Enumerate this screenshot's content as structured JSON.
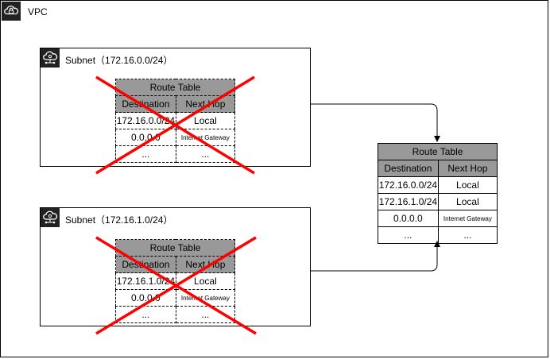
{
  "vpc": {
    "label": "VPC",
    "icon": "cloud-lock-icon"
  },
  "subnets": [
    {
      "label": "Subnet（172.16.0.0/24）",
      "icon": "cloud-network-icon",
      "route_table": {
        "title": "Route Table",
        "headers": [
          "Destination",
          "Next Hop"
        ],
        "rows": [
          [
            "172.16.0.0/24",
            "Local"
          ],
          [
            "0.0.0.0",
            "Internet Gateway"
          ],
          [
            "...",
            "..."
          ]
        ]
      }
    },
    {
      "label": "Subnet（172.16.1.0/24）",
      "icon": "cloud-network-icon",
      "route_table": {
        "title": "Route Table",
        "headers": [
          "Destination",
          "Next Hop"
        ],
        "rows": [
          [
            "172.16.1.0/24",
            "Local"
          ],
          [
            "0.0.0.0",
            "Internet Gateway"
          ],
          [
            "...",
            "..."
          ]
        ]
      }
    }
  ],
  "shared_route_table": {
    "title": "Route Table",
    "headers": [
      "Destination",
      "Next Hop"
    ],
    "rows": [
      [
        "172.16.0.0/24",
        "Local"
      ],
      [
        "172.16.1.0/24",
        "Local"
      ],
      [
        "0.0.0.0",
        "Internet Gateway"
      ],
      [
        "...",
        "..."
      ]
    ]
  },
  "colors": {
    "cross": "#ff0000",
    "header_fill": "#999999",
    "icon_fill": "#222222"
  }
}
